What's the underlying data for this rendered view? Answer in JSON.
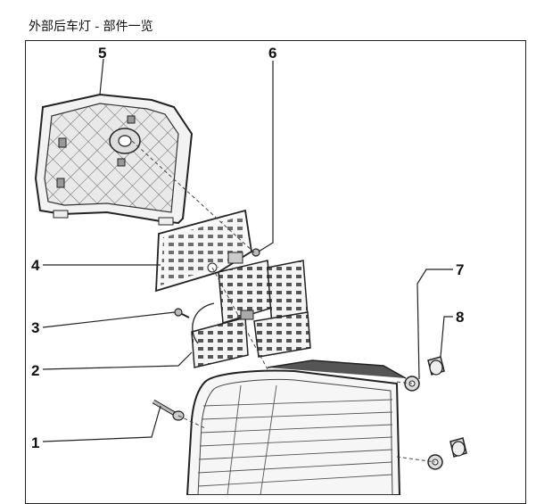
{
  "title": "外部后车灯 - 部件一览",
  "callouts": [
    {
      "id": "1",
      "label": "1"
    },
    {
      "id": "2",
      "label": "2"
    },
    {
      "id": "3",
      "label": "3"
    },
    {
      "id": "4",
      "label": "4"
    },
    {
      "id": "5",
      "label": "5"
    },
    {
      "id": "6",
      "label": "6"
    },
    {
      "id": "7",
      "label": "7"
    },
    {
      "id": "8",
      "label": "8"
    }
  ]
}
